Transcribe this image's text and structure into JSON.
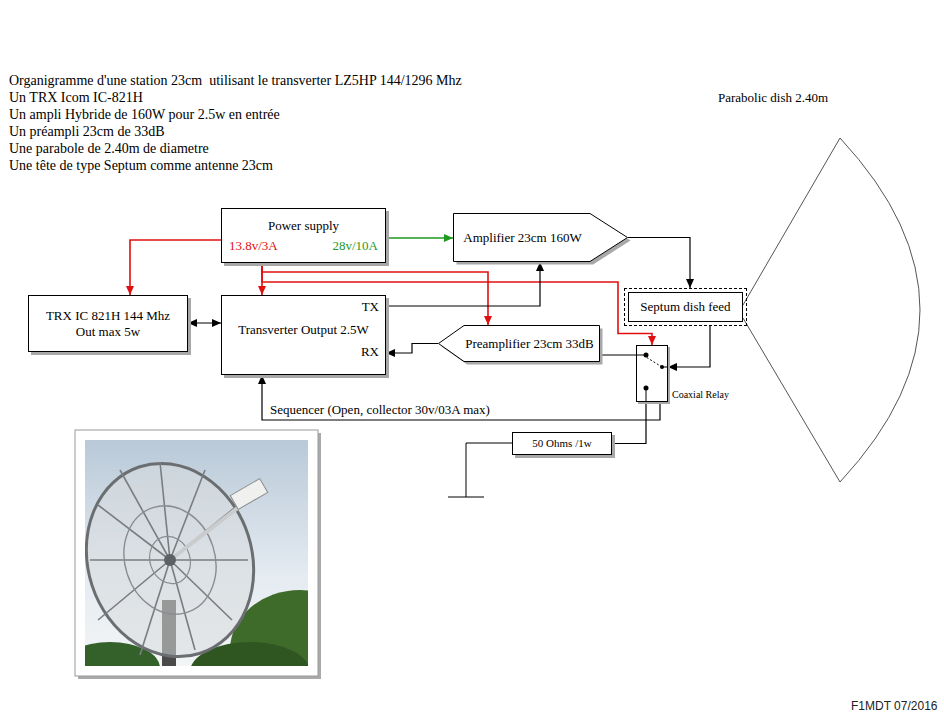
{
  "diagram": {
    "title": "Organigramme d'une station 23cm  utilisant le transverter LZ5HP 144/1296 Mhz",
    "nodes": [
      {
        "text": [
          "Power supply",
          "13.8v/3A",
          "28v/10A"
        ]
      },
      {
        "text": [
          "Amplifier 23cm 160W"
        ]
      },
      {
        "text": [
          "TRX IC 821H 144 Mhz",
          "Out max 5w"
        ]
      },
      {
        "text": [
          "TX",
          "Transverter Output 2.5W",
          "RX"
        ]
      },
      {
        "text": [
          "Septum dish feed"
        ]
      },
      {
        "text": [
          "Preamplifier 23cm 33dB"
        ]
      },
      {
        "text": [
          "Coaxial Relay"
        ]
      },
      {
        "text": [
          "50 Ohms /1w"
        ]
      }
    ],
    "edges": [
      {
        "from": 0,
        "to": 2,
        "arrow": "to"
      },
      {
        "from": 0,
        "to": 3,
        "arrow": "to"
      },
      {
        "from": 0,
        "to": 5,
        "arrow": "to"
      },
      {
        "from": 0,
        "to": 6,
        "arrow": "to"
      },
      {
        "from": 0,
        "to": 1,
        "arrow": "to"
      },
      {
        "from": 2,
        "to": 3,
        "arrow": "both"
      },
      {
        "from": 3,
        "to": 1,
        "arrow": "to"
      },
      {
        "from": 1,
        "to": 4,
        "arrow": "to"
      },
      {
        "from": 4,
        "to": 6,
        "arrow": "to"
      },
      {
        "from": 6,
        "to": 5,
        "arrow": "none"
      },
      {
        "from": 5,
        "to": 3,
        "arrow": "to"
      },
      {
        "from": 6,
        "to": 7,
        "arrow": "none"
      },
      {
        "from": 6,
        "to": 3,
        "arrow": "to",
        "label": "Sequencer (Open, collector 30v/03A max)"
      }
    ],
    "labels": [
      "Un TRX Icom IC-821H",
      "Un ampli Hybride de 160W pour 2.5w en entrée",
      "Un préampli 23cm de 33dB",
      "Une parabole de 2.40m de diametre",
      "Une tête de type Septum comme antenne 23cm",
      "Parabolic dish 2.40m",
      "F1MDT 07/2016"
    ]
  }
}
